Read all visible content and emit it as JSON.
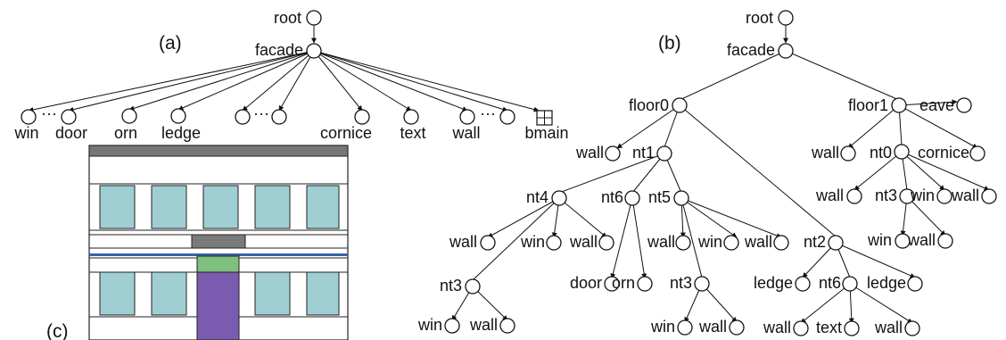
{
  "captions": {
    "a": "(a)",
    "b": "(b)",
    "c": "(c)"
  },
  "tree_a": {
    "root": "root",
    "facade": "facade",
    "ellipsis": "···",
    "children": [
      "win",
      "door",
      "orn",
      "ledge",
      "cornice",
      "text",
      "wall",
      "bmain"
    ]
  },
  "tree_b": {
    "root": "root",
    "facade": "facade",
    "floor0": "floor0",
    "floor1": "floor1",
    "eave": "eave",
    "f0_wall": "wall",
    "nt1": "nt1",
    "nt4": "nt4",
    "nt6a": "nt6",
    "nt5": "nt5",
    "nt4_wall": "wall",
    "nt4_win": "win",
    "nt4_wall2": "wall",
    "nt5_wall": "wall",
    "nt5_win": "win",
    "nt5_wall2": "wall",
    "nt3a": "nt3",
    "nt3a_win": "win",
    "nt3a_wall": "wall",
    "door": "door",
    "orn": "orn",
    "nt3b": "nt3",
    "nt3b_win": "win",
    "nt3b_wall": "wall",
    "nt2": "nt2",
    "ledge1": "ledge",
    "nt6b": "nt6",
    "ledge2": "ledge",
    "nt6b_wall": "wall",
    "nt6b_text": "text",
    "nt6b_wall2": "wall",
    "f1_wall": "wall",
    "nt0": "nt0",
    "cornice": "cornice",
    "nt0_wall": "wall",
    "nt3c": "nt3",
    "nt0_win": "win",
    "nt0_wall2": "wall",
    "nt3c_win": "win",
    "nt3c_wall": "wall"
  },
  "colors": {
    "cornice_bar": "#777777",
    "window": "#9fcfd3",
    "ledge_block": "#7a7a7a",
    "blue_line": "#3a62a8",
    "door_top": "#7fbf7f",
    "door": "#7b5bb0"
  }
}
